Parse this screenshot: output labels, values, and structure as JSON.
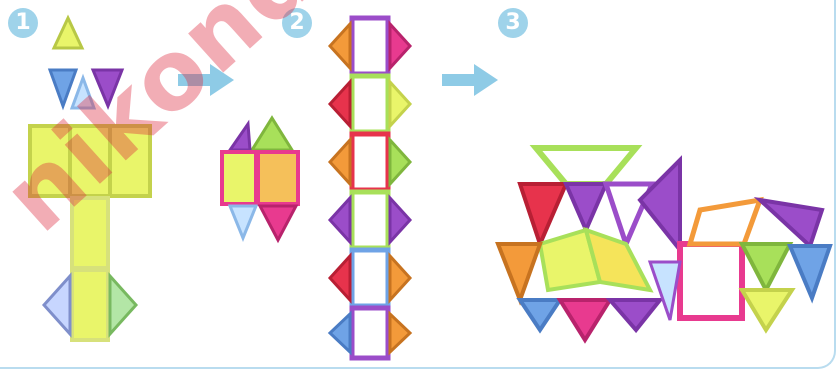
{
  "steps": [
    "1",
    "2",
    "3"
  ],
  "watermark": "nikonde.",
  "colors": {
    "accent": "#9fd3ea",
    "arrow": "#8ecbe6",
    "watermark": "#dc283c",
    "tile_yellow": "#e9f56a",
    "tile_pink": "#e83a8f",
    "tile_purple": "#9b4dc9",
    "tile_blue": "#6fa3e6",
    "tile_orange": "#f39a3a",
    "tile_green": "#a8e05a",
    "tile_red": "#e7334c"
  }
}
